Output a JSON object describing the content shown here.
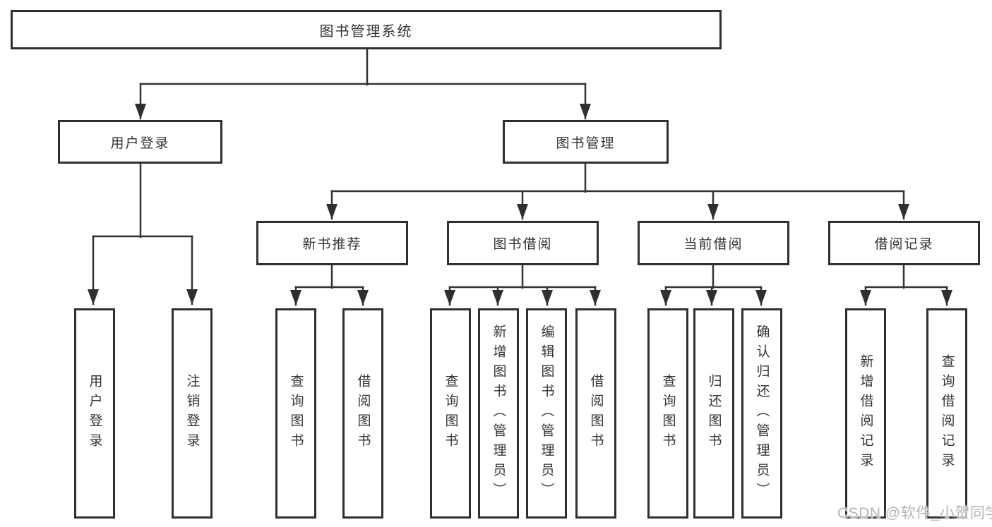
{
  "diagram_title": "图书管理系统",
  "nodes": {
    "root": "图书管理系统",
    "user_login": "用户登录",
    "book_mgmt": "图书管理",
    "new_book_rec": "新书推荐",
    "book_borrow": "图书借阅",
    "current_borrow": "当前借阅",
    "borrow_records": "借阅记录",
    "leaf_user_login": "用户登录",
    "leaf_logout": "注销登录",
    "leaf_nb_query": "查询图书",
    "leaf_nb_borrow": "借阅图书",
    "leaf_bb_query": "查询图书",
    "leaf_bb_add": "新增图书（管理员）",
    "leaf_bb_edit": "编辑图书（管理员）",
    "leaf_bb_borrow": "借阅图书",
    "leaf_cb_query": "查询图书",
    "leaf_cb_return": "归还图书",
    "leaf_cb_confirm": "确认归还（管理员）",
    "leaf_br_add": "新增借阅记录",
    "leaf_br_query": "查询借阅记录"
  },
  "hierarchy": {
    "图书管理系统": {
      "用户登录": [
        "用户登录",
        "注销登录"
      ],
      "图书管理": {
        "新书推荐": [
          "查询图书",
          "借阅图书"
        ],
        "图书借阅": [
          "查询图书",
          "新增图书（管理员）",
          "编辑图书（管理员）",
          "借阅图书"
        ],
        "当前借阅": [
          "查询图书",
          "归还图书",
          "确认归还（管理员）"
        ],
        "借阅记录": [
          "新增借阅记录",
          "查询借阅记录"
        ]
      }
    }
  },
  "watermark": "CSDN @软件_小贺同学",
  "colors": {
    "background": "#ffffff",
    "box_border": "#2f2f2f",
    "line": "#333333",
    "text": "#333333",
    "watermark": "#b5b5b5"
  }
}
